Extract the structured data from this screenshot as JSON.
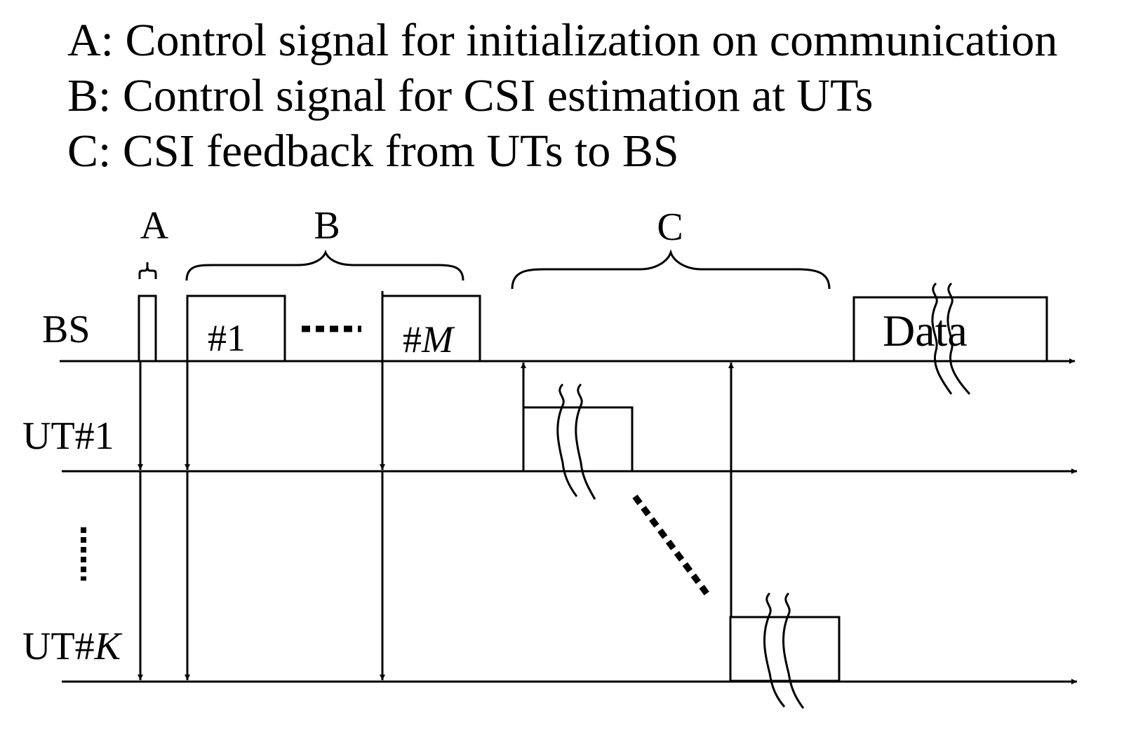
{
  "legend": {
    "a": "A: Control signal for initialization on communication",
    "b": "B: Control signal for CSI estimation at UTs",
    "c": "C: CSI feedback from UTs to BS"
  },
  "labels": {
    "bs": "BS",
    "ut1": "UT#1",
    "utk_prefix": "UT#",
    "utk_var": "K"
  },
  "phases": {
    "a": "A",
    "b": "B",
    "c": "C"
  },
  "boxes": {
    "pilot_1": "#1",
    "pilot_m_prefix": "#",
    "pilot_m_var": "M",
    "data": "Data"
  }
}
